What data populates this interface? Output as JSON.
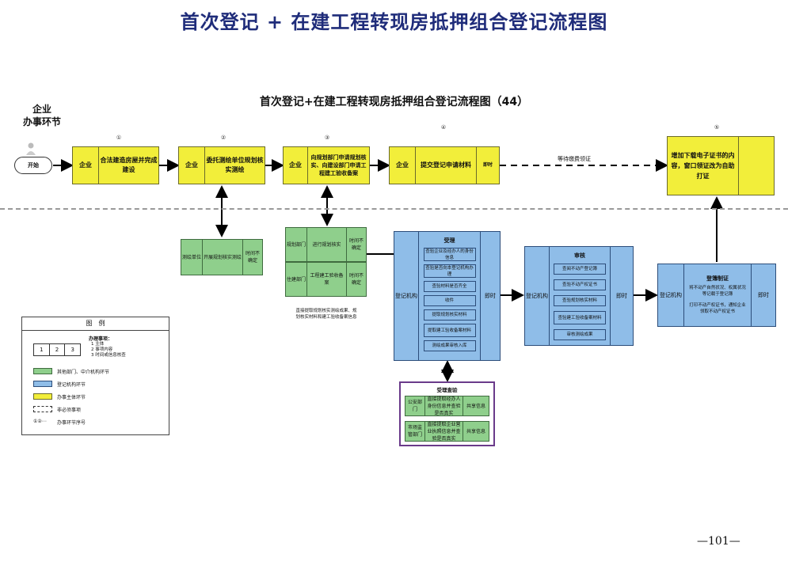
{
  "page_title": "首次登记 + 在建工程转现房抵押组合登记流程图",
  "sub_title": "首次登记+在建工程转现房抵押组合登记流程图（44）",
  "enterprise_label": "企业\n办事环节",
  "start_label": "开始",
  "step_numbers": [
    "①",
    "②",
    "③",
    "④",
    "⑤"
  ],
  "steps": [
    {
      "actor": "企业",
      "text": "合法建造房屋并完成建设"
    },
    {
      "actor": "企业",
      "text": "委托测绘单位规划核实测绘"
    },
    {
      "actor": "企业",
      "text": "向规划部门申请规划核实、向建设部门申请工程建工验收备案"
    },
    {
      "actor": "企业",
      "text": "提交登记申请材料",
      "time": "即时"
    },
    {
      "text": "增加下载电子证书的内容，窗口领证改为自助打证"
    }
  ],
  "wait_label": "等待缴费领证",
  "survey": {
    "actor": "测绘单位",
    "text": "开展规划核实测绘",
    "time": "时间不确定"
  },
  "planning": [
    {
      "actor": "规划部门",
      "text": "进行规划核实",
      "time": "时间不确定"
    },
    {
      "actor": "住建部门",
      "text": "工程建工验收备案",
      "time": "时间不确定"
    }
  ],
  "planning_note": "直接提取规划核实测绘成果、规划核实材料和建工验收备案信息",
  "acceptance": {
    "title": "受理",
    "actor": "登记机构",
    "time": "即时",
    "items": [
      "查验企业及经办人的身份信息",
      "查验是否向本登记机构办理",
      "查验材料是否齐全",
      "收件",
      "提取规划核实材料",
      "提取建工验收备案材料",
      "测绘成果审核入库"
    ]
  },
  "review": {
    "title": "审核",
    "actor": "登记机构",
    "time": "即时",
    "items": [
      "查阅不动产登记簿",
      "查验不动产权证书",
      "查验规划核实材料",
      "查验建工验收备案材料",
      "审核测绘成果"
    ]
  },
  "registration": {
    "title": "登簿制证",
    "actor": "登记机构",
    "time": "即时",
    "line1": "将不动产自然状况、权属状况等记载于登记簿",
    "line2": "打印不动产权证书，通知企业领取不动产权证书"
  },
  "verify": {
    "title": "受理查验",
    "rows": [
      {
        "dept": "公安部门",
        "text": "直接提取经办人身份信息并查验是否真实",
        "share": "共享信息"
      },
      {
        "dept": "市场监管部门",
        "text": "直接提取企业营业执照信息并查验是否真实",
        "share": "共享信息"
      }
    ]
  },
  "legend": {
    "title": "图　例",
    "cells": [
      "1",
      "2",
      "3"
    ],
    "notes_title": "办理事项：",
    "notes": [
      "1 主体",
      "2 事项内容",
      "3 时间或信息核查"
    ],
    "items": [
      "其他部门、中介机构环节",
      "登记机构环节",
      "办事主体环节",
      "非必须事项",
      "办事环节序号"
    ],
    "seq_symbol": "①②⋯"
  },
  "colors": {
    "yellow": "#f2ee3a",
    "green": "#8fcf8c",
    "blue": "#8fbde8",
    "purple": "#6a3a8a",
    "title": "#1f2c7a"
  },
  "page_number": "—101—"
}
